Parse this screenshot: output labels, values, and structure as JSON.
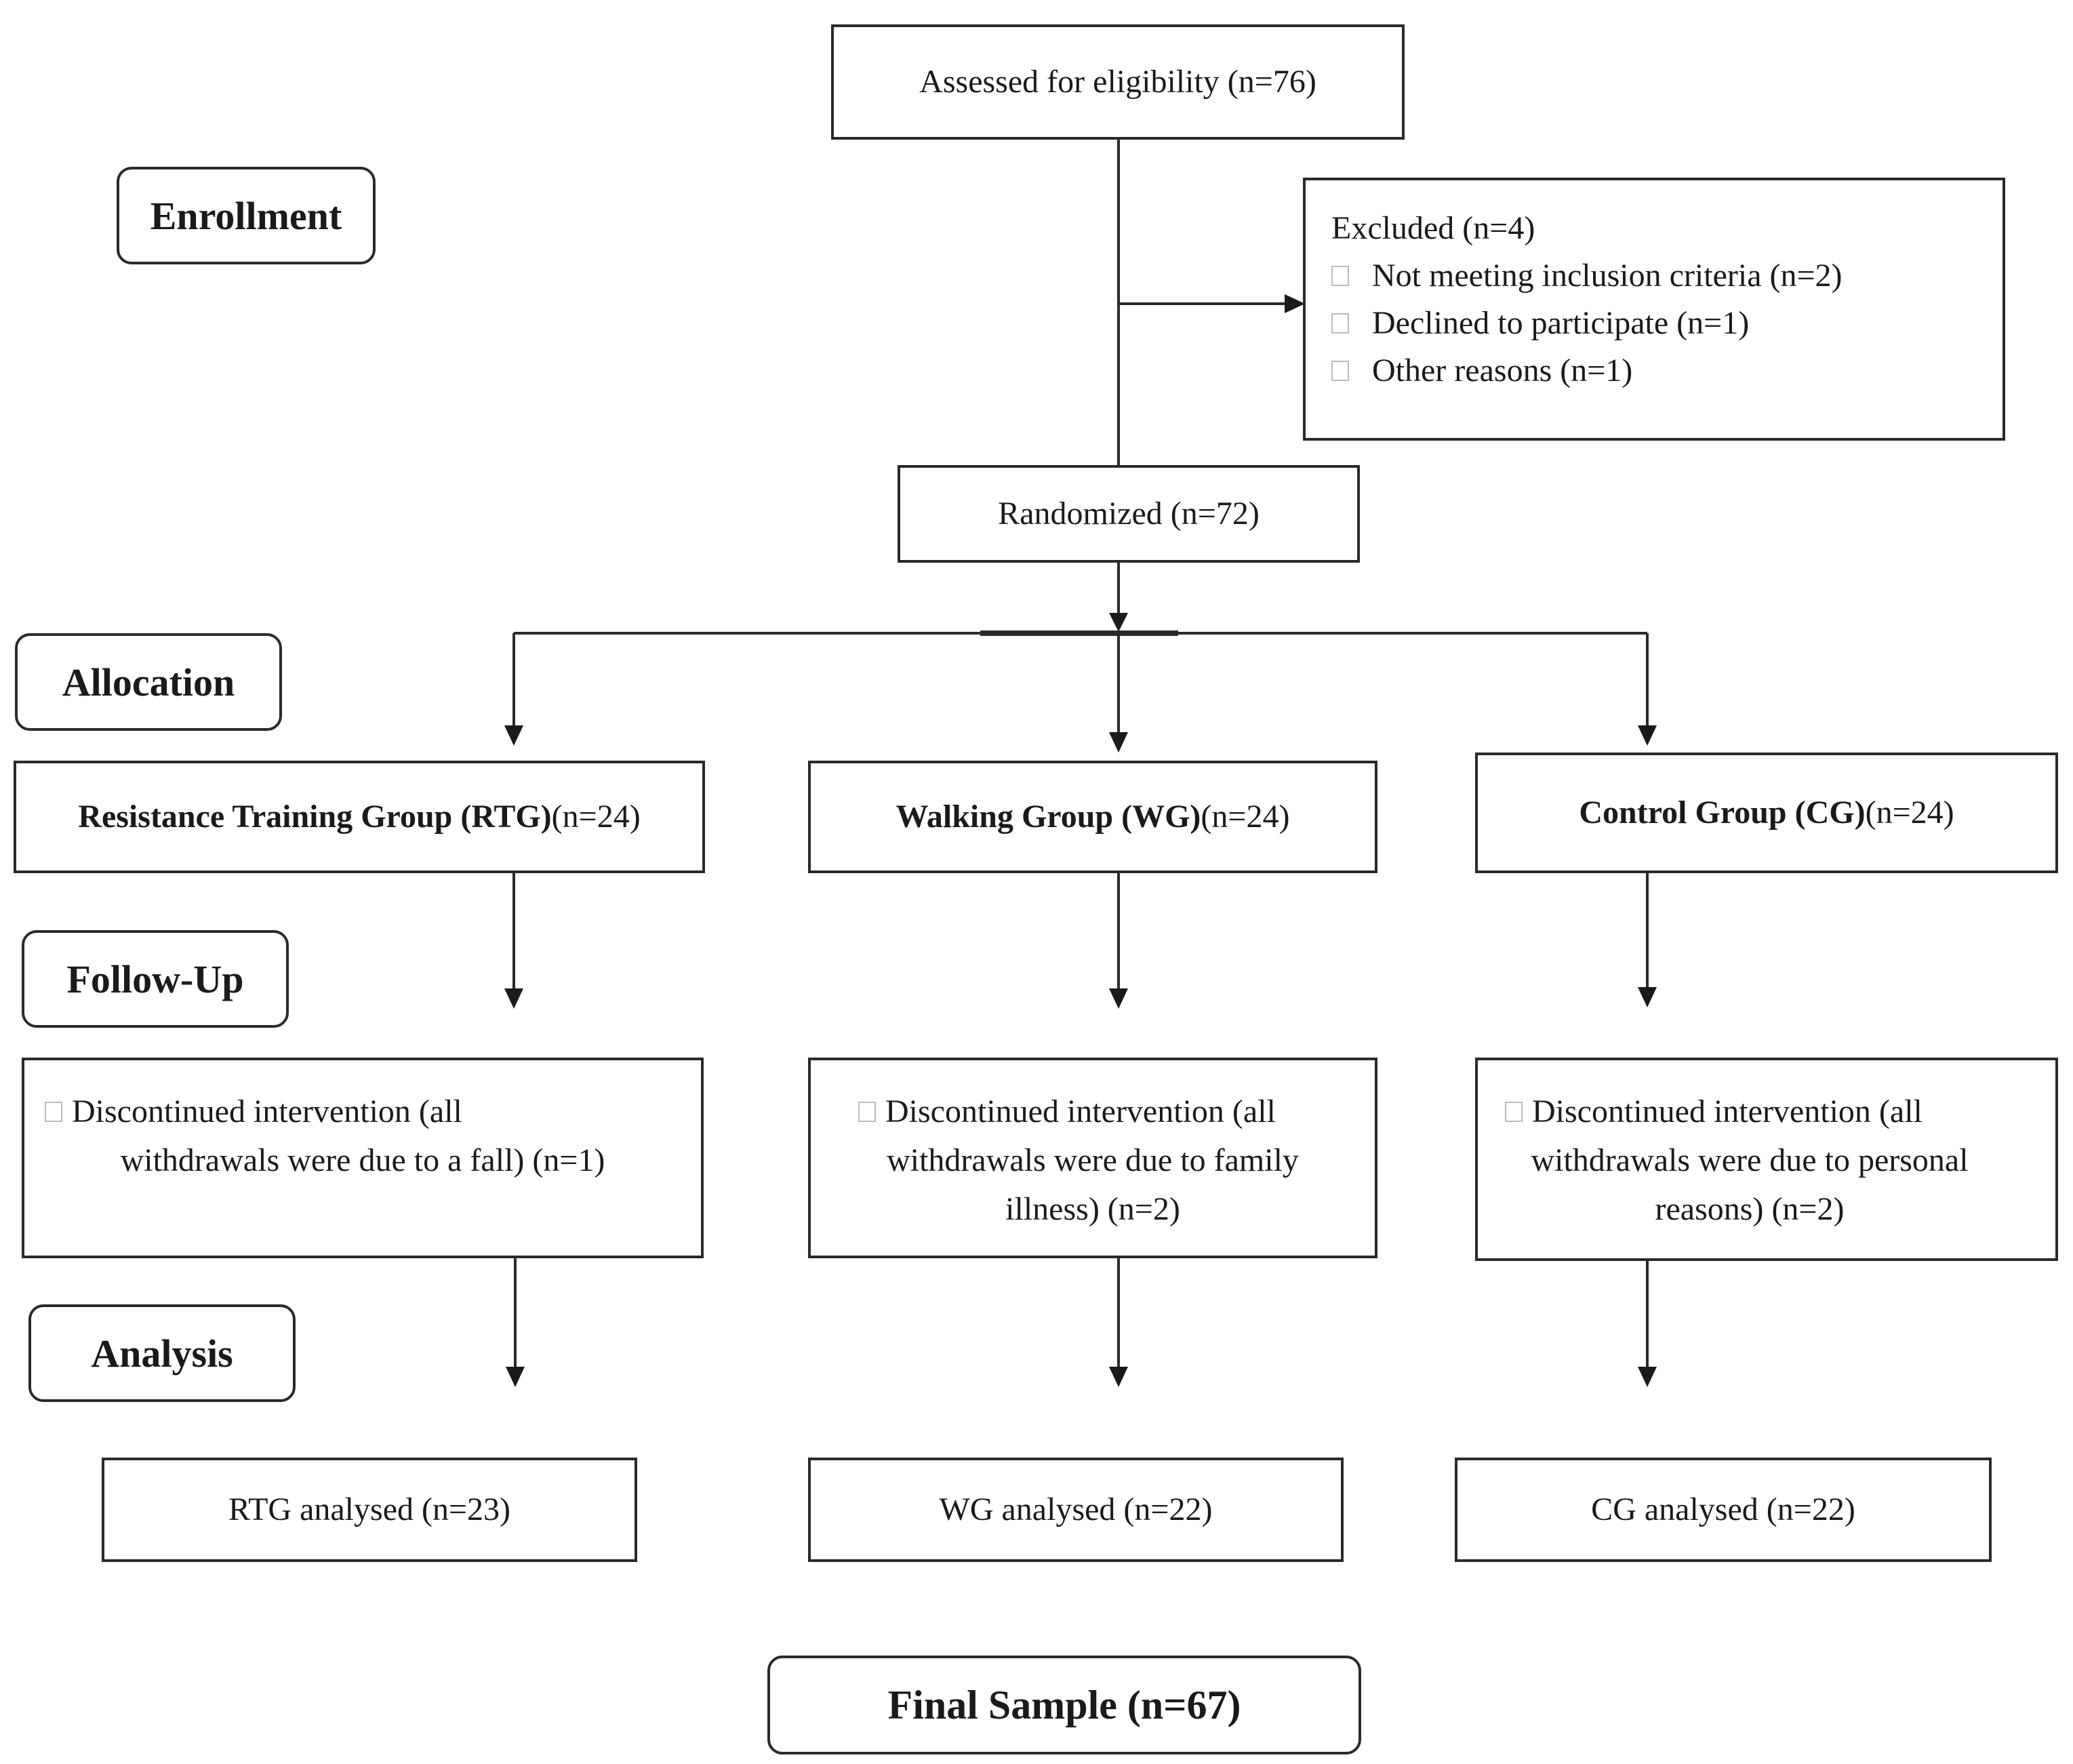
{
  "stages": {
    "enrollment": "Enrollment",
    "allocation": "Allocation",
    "follow_up": "Follow-Up",
    "analysis": "Analysis"
  },
  "assessed": "Assessed for eligibility (n=76)",
  "excluded": {
    "title": "Excluded (n=4)",
    "items": [
      "Not meeting inclusion criteria (n=2)",
      "Declined to participate (n=1)",
      "Other reasons (n=1)"
    ]
  },
  "randomized": "Randomized (n=72)",
  "groups": [
    {
      "name": "Resistance Training Group (RTG)",
      "count": " (n=24)",
      "followup_first": "Discontinued intervention (all",
      "followup_rest": "withdrawals were due to a fall) (n=1)",
      "analysed": "RTG analysed (n=23)"
    },
    {
      "name": "Walking Group (WG)",
      "count": " (n=24)",
      "followup_first": "Discontinued intervention (all",
      "followup_rest": "withdrawals were due to family illness) (n=2)",
      "analysed": "WG analysed (n=22)"
    },
    {
      "name": "Control Group (CG)",
      "count": " (n=24)",
      "followup_first": "Discontinued intervention (all",
      "followup_rest": "withdrawals were due to personal reasons) (n=2)",
      "analysed": "CG analysed (n=22)"
    }
  ],
  "final_sample": "Final Sample (n=67)"
}
